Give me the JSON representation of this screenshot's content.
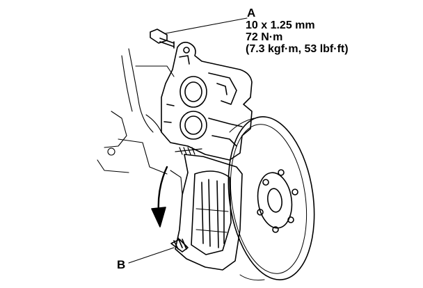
{
  "callouts": {
    "a": {
      "letter": "A",
      "spec_lines": [
        "10 x 1.25 mm",
        "72 N·m",
        "(7.3 kgf·m, 53 lbf·ft)"
      ]
    },
    "b": {
      "letter": "B"
    }
  },
  "colors": {
    "line": "#000000",
    "background": "#ffffff"
  }
}
